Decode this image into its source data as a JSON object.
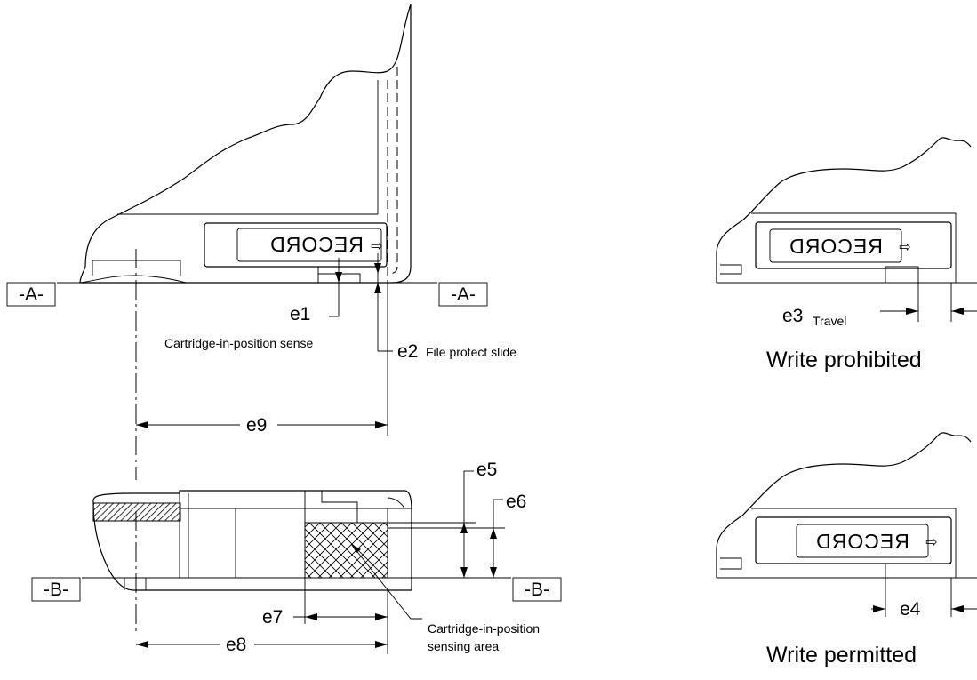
{
  "datums": {
    "a": "-A-",
    "b": "-B-"
  },
  "cartridge": {
    "label": "RECORD",
    "arrow": "⇨"
  },
  "dimensions": {
    "e1": "e1",
    "e2": "e2",
    "e3": "e3",
    "e4": "e4",
    "e5": "e5",
    "e6": "e6",
    "e7": "e7",
    "e8": "e8",
    "e9": "e9"
  },
  "callouts": {
    "cartridge_in_position_sense": "Cartridge-in-position sense",
    "file_protect_slide": "File protect slide",
    "travel": "Travel",
    "sensing_area_line1": "Cartridge-in-position",
    "sensing_area_line2": "sensing area"
  },
  "states": {
    "write_prohibited": "Write prohibited",
    "write_permitted": "Write permitted"
  },
  "icons": {
    "hatch": "diagonal-hatch",
    "crosshatch": "cross-hatch"
  }
}
